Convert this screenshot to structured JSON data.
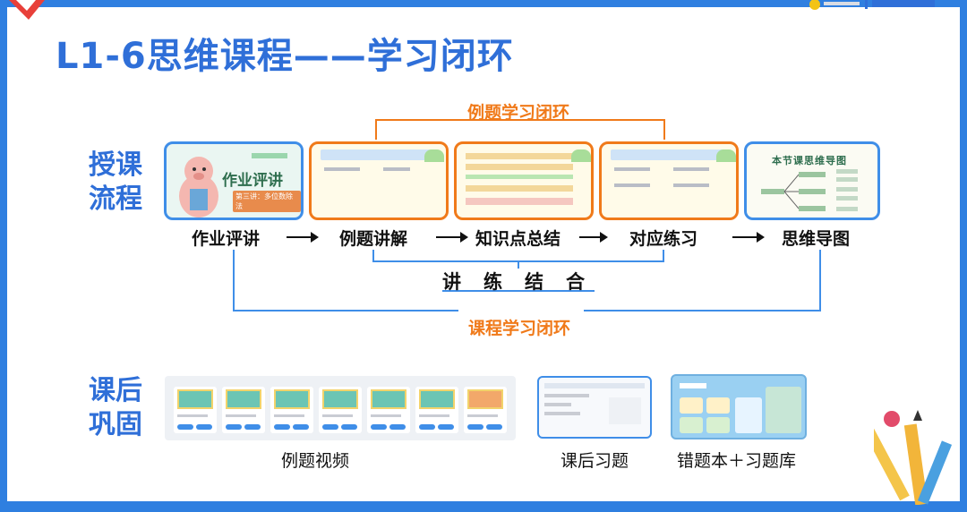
{
  "title": "L1-6思维课程——学习闭环",
  "teaching": {
    "label_line1": "授课",
    "label_line2": "流程",
    "example_loop_label": "例题学习闭环",
    "course_loop_label": "课程学习闭环",
    "combine_label": "讲练结合",
    "steps": [
      {
        "label": "作业评讲"
      },
      {
        "label": "例题讲解"
      },
      {
        "label": "知识点总结"
      },
      {
        "label": "对应练习"
      },
      {
        "label": "思维导图"
      }
    ],
    "card1_title": "作业评讲",
    "card1_sub": "第三讲：多位数除法",
    "card5_title": "本节课思维导图"
  },
  "after_class": {
    "label_line1": "课后",
    "label_line2": "巩固",
    "items": [
      {
        "label": "例题视频"
      },
      {
        "label": "课后习题"
      },
      {
        "label": "错题本＋习题库"
      }
    ]
  },
  "colors": {
    "accent_blue": "#2f6fd8",
    "loop_orange": "#f07a1a",
    "frame_blue": "#2f7fe0"
  }
}
